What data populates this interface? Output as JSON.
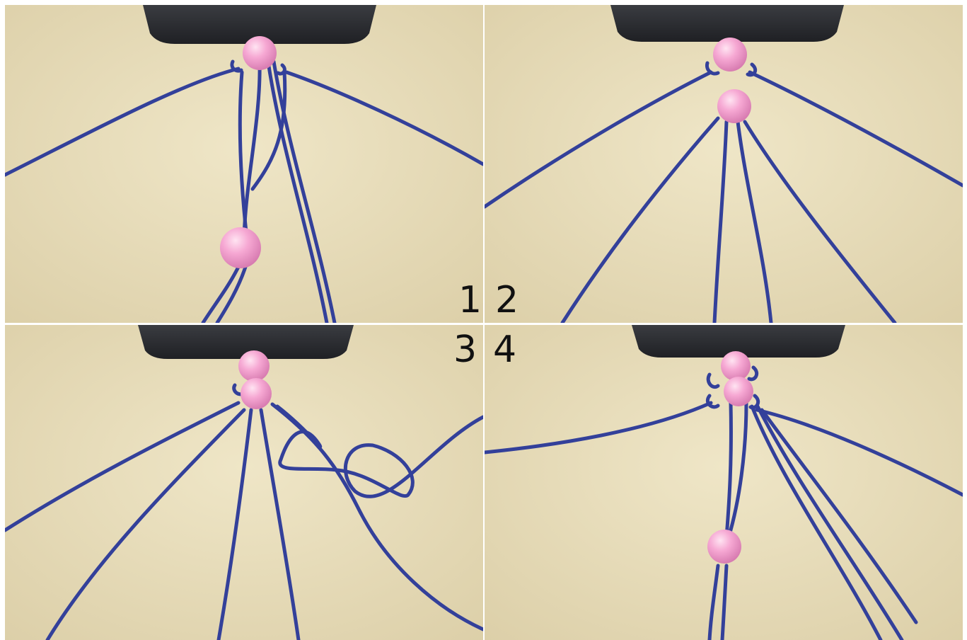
{
  "labels": {
    "n1": "1",
    "n2": "2",
    "n3": "3",
    "n4": "4"
  },
  "colors": {
    "background": "#eadfbf",
    "cord": "#33409a",
    "bead": "#f3a2cf",
    "clip": "#2d2f33"
  }
}
